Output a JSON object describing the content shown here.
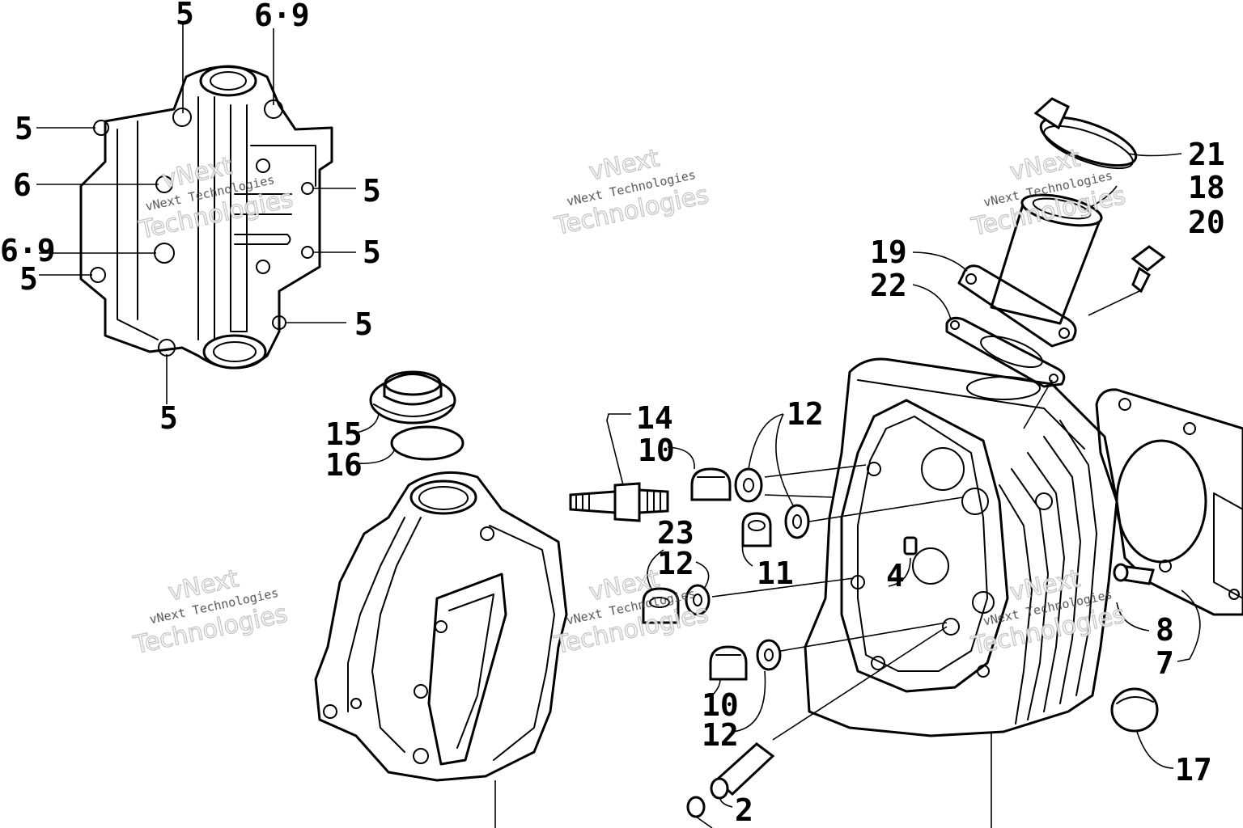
{
  "callouts": {
    "c5_top": "5",
    "c69_top": "6·9",
    "c5_left1": "5",
    "c6_left": "6",
    "c69_left": "6·9",
    "c5_left2": "5",
    "c5_right1": "5",
    "c5_right2": "5",
    "c5_right3": "5",
    "c5_bottom": "5",
    "c15": "15",
    "c16": "16",
    "c14": "14",
    "c10_a": "10",
    "c23": "23",
    "c12_a": "12",
    "c12_b": "12",
    "c11": "11",
    "c4": "4",
    "c10_b": "10",
    "c12_c": "12",
    "c2": "2",
    "c21": "21",
    "c18": "18",
    "c20": "20",
    "c19": "19",
    "c22": "22",
    "c8": "8",
    "c7": "7",
    "c17": "17"
  },
  "watermark": {
    "line1": "vNext",
    "line2": "vNext Technologies",
    "line3": "Technologies"
  }
}
